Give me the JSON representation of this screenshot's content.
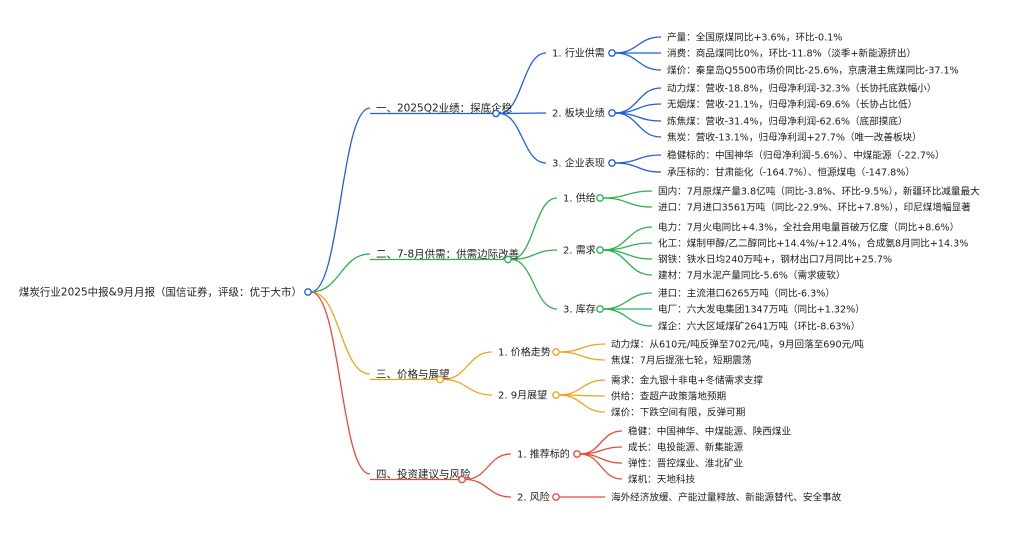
{
  "colors": {
    "blue": "#1f5fe0",
    "green": "#2bb34a",
    "orange": "#f4a21a",
    "red": "#e64b3c"
  },
  "root": {
    "label": "煤炭行业2025中报&9月月报（国信证券，评级：优于大市）",
    "children": [
      {
        "label": "一、2025Q2业绩：探底企稳",
        "color": "blue",
        "children": [
          {
            "label": "1. 行业供需",
            "items": [
              "产量：全国原煤同比+3.6%，环比-0.1%",
              "消费：商品煤同比0%，环比-11.8%（淡季+新能源挤出）",
              "煤价：秦皇岛Q5500市场价同比-25.6%，京唐港主焦煤同比-37.1%"
            ]
          },
          {
            "label": "2. 板块业绩",
            "items": [
              "动力煤：营收-18.8%，归母净利润-32.3%（长协托底跌幅小）",
              "无烟煤：营收-21.1%，归母净利润-69.6%（长协占比低）",
              "炼焦煤：营收-31.4%，归母净利润-62.6%（底部摸底）",
              "焦炭：营收-13.1%，归母净利润+27.7%（唯一改善板块）"
            ]
          },
          {
            "label": "3. 企业表现",
            "items": [
              "稳健标的：中国神华（归母净利润-5.6%）、中煤能源（-22.7%）",
              "承压标的：甘肃能化（-164.7%）、恒源煤电（-147.8%）"
            ]
          }
        ]
      },
      {
        "label": "二、7-8月供需：供需边际改善",
        "color": "green",
        "children": [
          {
            "label": "1. 供给",
            "items": [
              "国内：7月原煤产量3.8亿吨（同比-3.8%、环比-9.5%），新疆环比减量最大",
              "进口：7月进口3561万吨（同比-22.9%、环比+7.8%），印尼煤增幅显著"
            ]
          },
          {
            "label": "2. 需求",
            "items": [
              "电力：7月火电同比+4.3%，全社会用电量首破万亿度（同比+8.6%）",
              "化工：煤制甲醇/乙二醇同比+14.4%/+12.4%，合成氨8月同比+14.3%",
              "钢铁：铁水日均240万吨+，钢材出口7月同比+25.7%",
              "建材：7月水泥产量同比-5.6%（需求疲软）"
            ]
          },
          {
            "label": "3. 库存",
            "items": [
              "港口：主流港口6265万吨（同比-6.3%）",
              "电厂：六大发电集团1347万吨（同比+1.32%）",
              "煤企：六大区域煤矿2641万吨（环比-8.63%）"
            ]
          }
        ]
      },
      {
        "label": "三、价格与展望",
        "color": "orange",
        "children": [
          {
            "label": "1. 价格走势",
            "items": [
              "动力煤：从610元/吨反弹至702元/吨，9月回落至690元/吨",
              "焦煤：7月后提涨七轮，短期震荡"
            ]
          },
          {
            "label": "2. 9月展望",
            "items": [
              "需求：金九银十非电+冬储需求支撑",
              "供给：查超产政策落地预期",
              "煤价：下跌空间有限，反弹可期"
            ]
          }
        ]
      },
      {
        "label": "四、投资建议与风险",
        "color": "red",
        "children": [
          {
            "label": "1. 推荐标的",
            "items": [
              "稳健：中国神华、中煤能源、陕西煤业",
              "成长：电投能源、新集能源",
              "弹性：晋控煤业、淮北矿业",
              "煤机：天地科技"
            ]
          },
          {
            "label": "2. 风险",
            "items": [
              "海外经济放缓、产能过量释放、新能源替代、安全事故"
            ]
          }
        ]
      }
    ]
  }
}
